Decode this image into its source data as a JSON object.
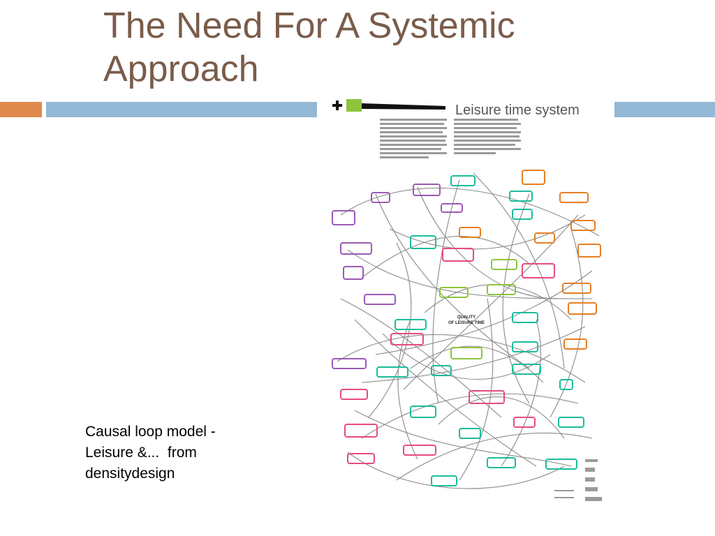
{
  "slide": {
    "title": "The Need For A Systemic Approach",
    "caption_lines": [
      "Causal loop model -",
      "Leisure &...  from",
      "densitydesign"
    ]
  },
  "poster": {
    "heading": "Leisure time system",
    "center_label_1": "QUALITY",
    "center_label_2": "OF LEISURE TIME"
  },
  "colors": {
    "title": "#7a5c4a",
    "accent_orange": "#e08a4d",
    "accent_blue": "#93b8d6"
  }
}
